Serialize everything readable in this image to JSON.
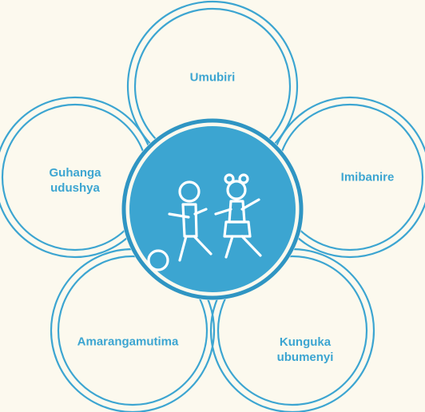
{
  "colors": {
    "background": "#fcf9ee",
    "accent": "#3ca5d1",
    "center_fill": "#3ca5d1",
    "center_ring": "#2f95c3",
    "icon_stroke": "#ffffff"
  },
  "center": {
    "icon": "children-playing-ball-icon"
  },
  "petals": [
    {
      "id": "umubiri",
      "label": "Umubiri"
    },
    {
      "id": "imibanire",
      "label": "Imibanire"
    },
    {
      "id": "kunguka",
      "label": "Kunguka\nubumenyi"
    },
    {
      "id": "amarangamutima",
      "label": "Amarangamutima"
    },
    {
      "id": "guhanga",
      "label": "Guhanga\nudushya"
    }
  ]
}
